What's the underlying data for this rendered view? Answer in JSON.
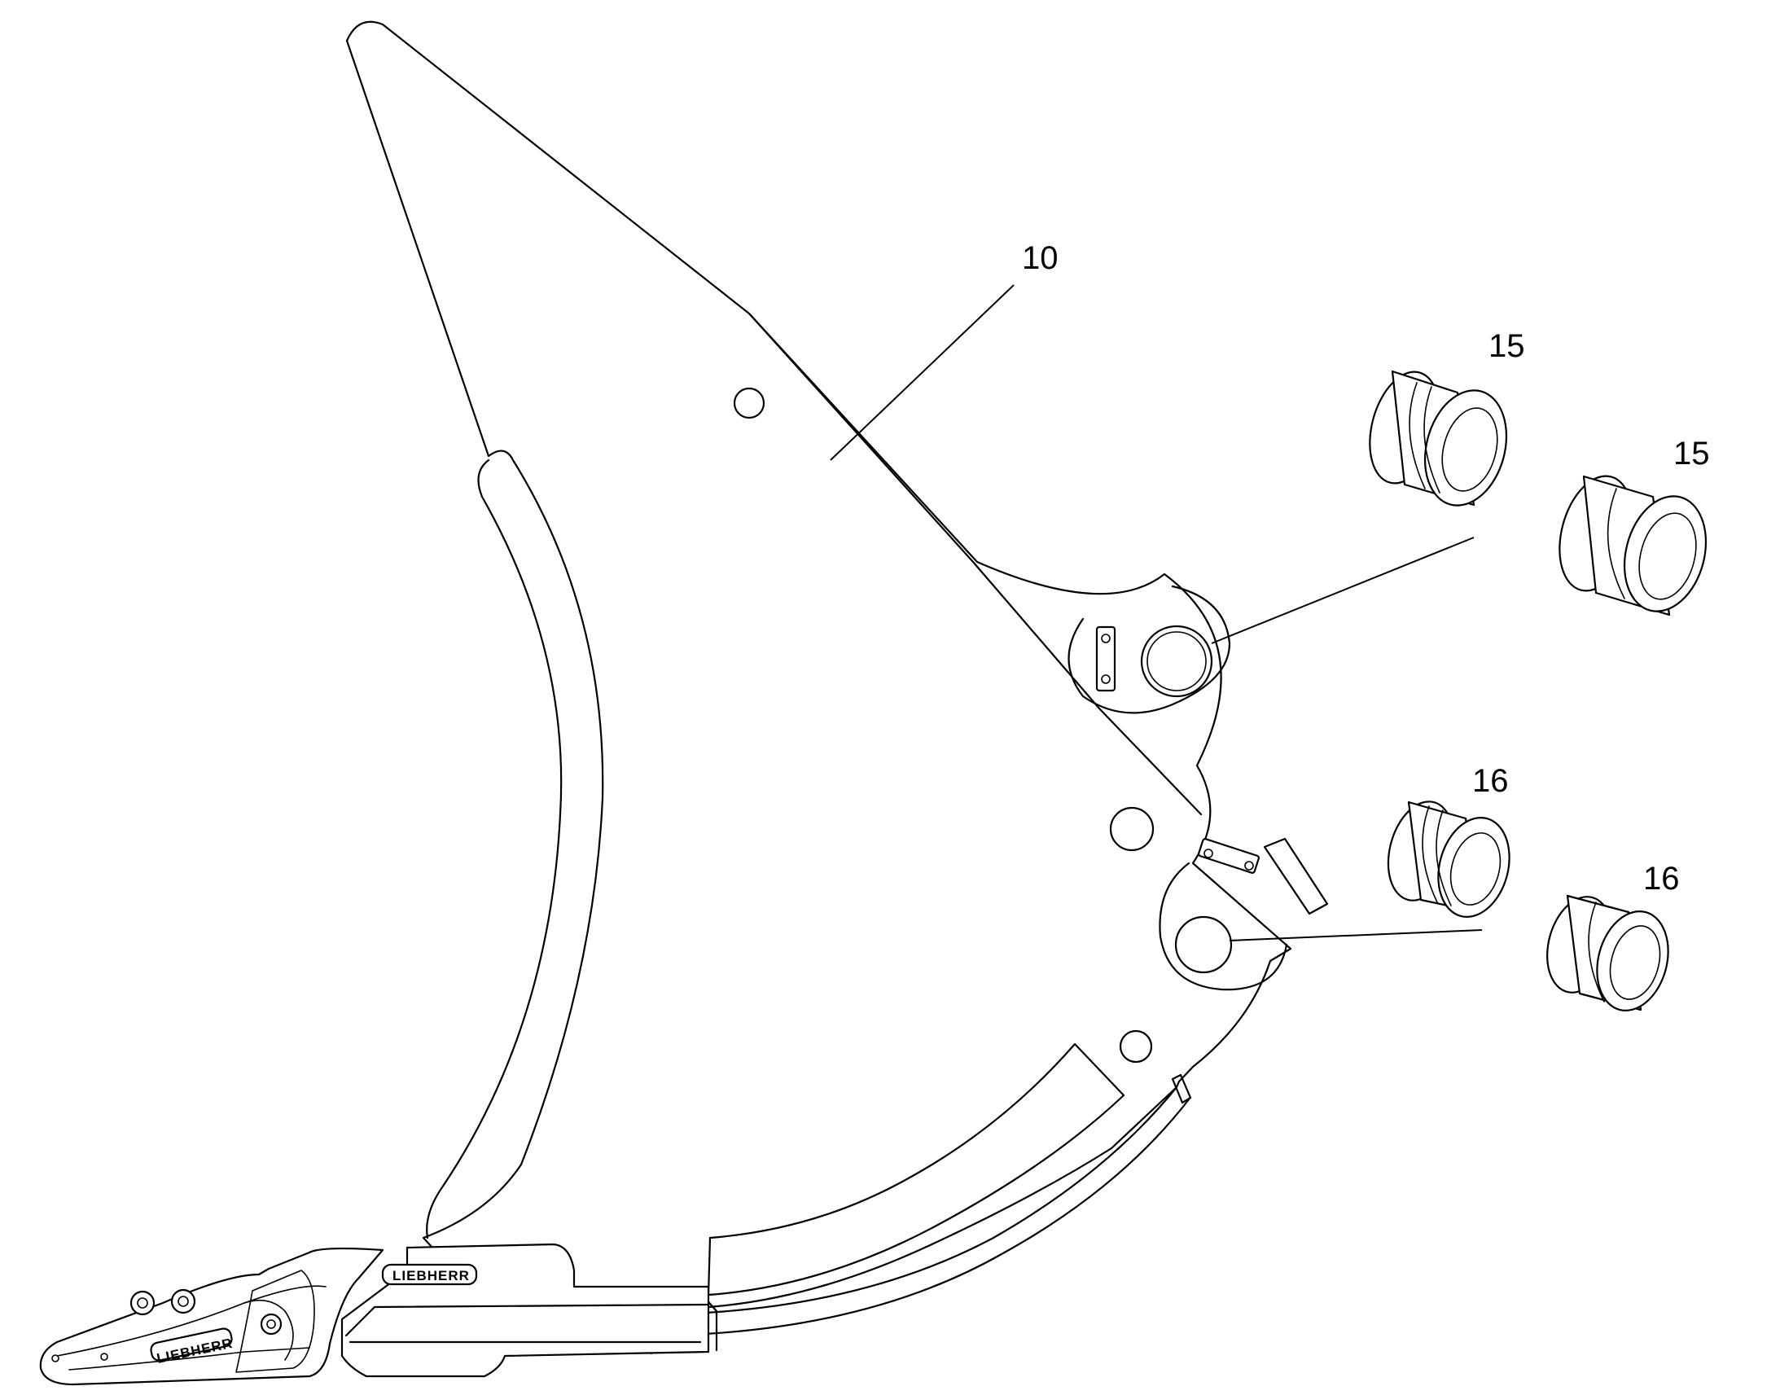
{
  "callouts": {
    "c1": "10",
    "c2": "15",
    "c3": "15",
    "c4": "16",
    "c5": "16"
  },
  "brand": {
    "shank": "LIEBHERR",
    "tooth": "LIEBHERR"
  },
  "colors": {
    "line": "#000000",
    "background": "#ffffff"
  }
}
